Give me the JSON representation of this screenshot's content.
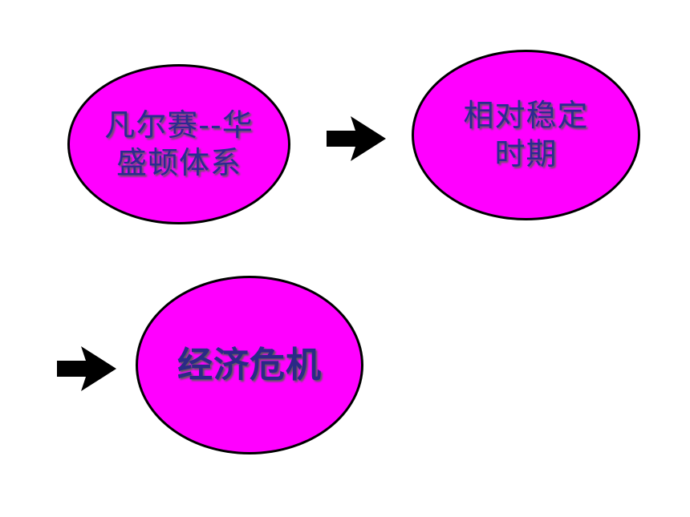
{
  "colors": {
    "node_fill": "#ff00ff",
    "node_border": "#000000",
    "text": "#2b2b8f",
    "arrow": "#000000"
  },
  "nodes": [
    {
      "label": "凡尔赛--华盛顿体系",
      "line1": "凡尔赛--华",
      "line2": "盛顿体系"
    },
    {
      "label": "相对稳定时期",
      "line1": "相对稳定",
      "line2": "时期"
    },
    {
      "label": "经济危机"
    }
  ],
  "arrows": [
    {
      "icon": "right-arrow-icon",
      "from": "凡尔赛--华盛顿体系",
      "to": "相对稳定时期"
    },
    {
      "icon": "right-arrow-icon",
      "from": "相对稳定时期",
      "to": "经济危机"
    }
  ]
}
